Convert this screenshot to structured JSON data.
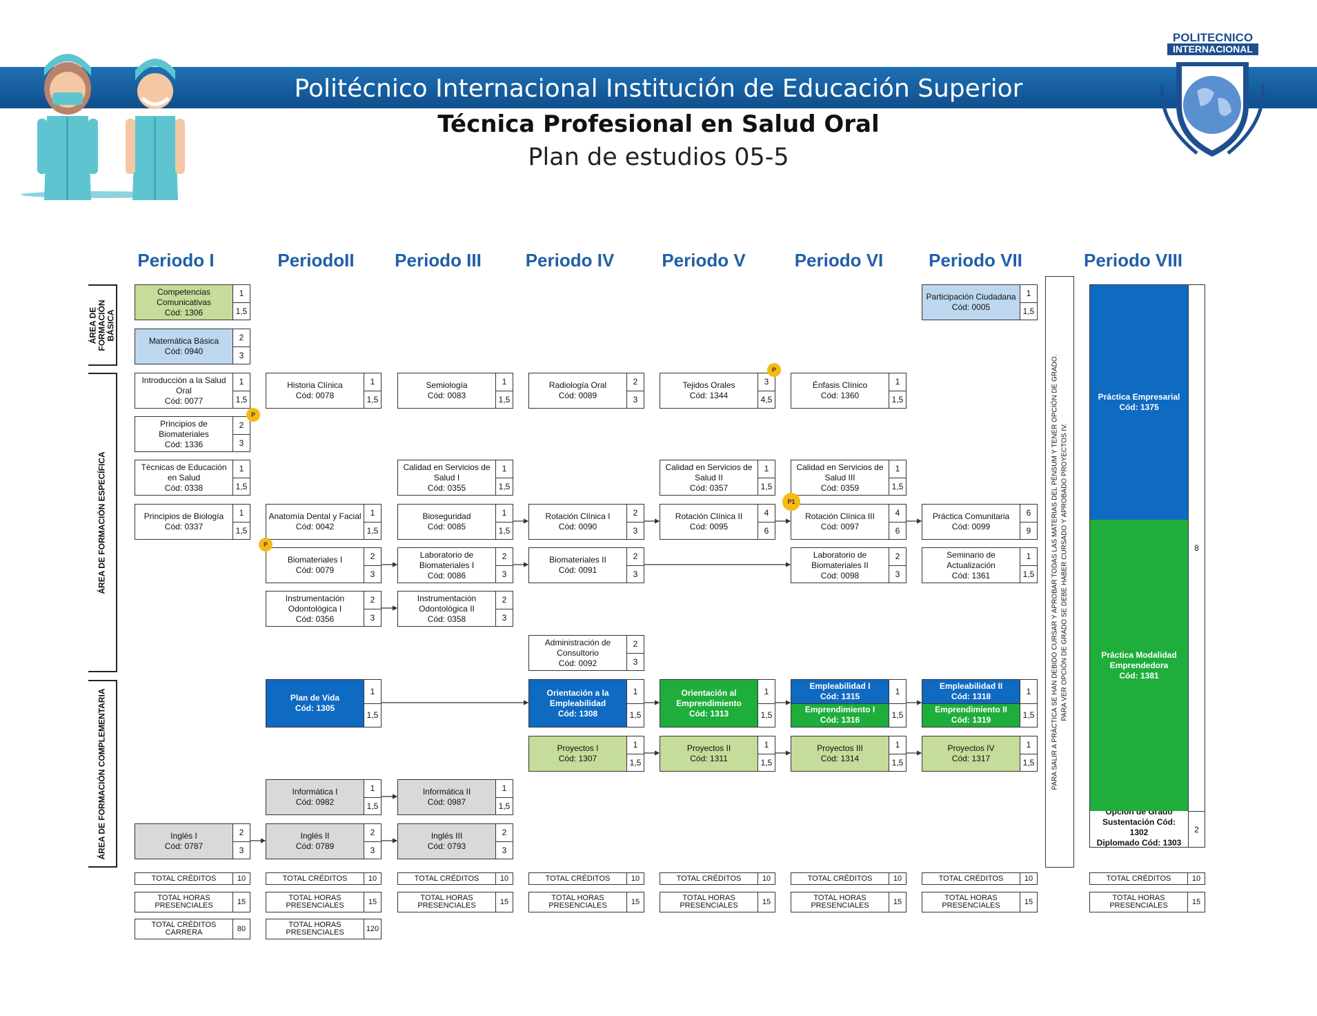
{
  "header": {
    "institution": "Politécnico Internacional Institución de Educación Superior",
    "program": "Técnica Profesional en Salud Oral",
    "plan": "Plan de estudios 05-5",
    "logo_line1": "POLITECNICO",
    "logo_line2": "INTERNACIONAL"
  },
  "periods": [
    "Periodo I",
    "PeriodoII",
    "Periodo III",
    "Periodo IV",
    "Periodo V",
    "Periodo VI",
    "Periodo VII",
    "Periodo VIII"
  ],
  "areas": {
    "basica": "ÁREA DE\nFORMACIÓN\nBÁSICA",
    "especifica": "ÁREA DE FORMACIÓN ESPECÍFICA",
    "complementaria": "ÁREA DE FORMACIÓN COMPLEMENTARIA"
  },
  "courses": [
    {
      "p": 0,
      "row": "r1",
      "name": "Competencias Comunicativas",
      "code": "Cód: 1306",
      "c": "1",
      "h": "1,5",
      "style": "green-l"
    },
    {
      "p": 0,
      "row": "r2",
      "name": "Matemática Básica",
      "code": "Cód: 0940",
      "c": "2",
      "h": "3",
      "style": "blue-l"
    },
    {
      "p": 0,
      "row": "r3",
      "name": "Introducción a la Salud Oral",
      "code": "Cód: 0077",
      "c": "1",
      "h": "1,5",
      "style": ""
    },
    {
      "p": 0,
      "row": "r4",
      "name": "Principios de Biomateriales",
      "code": "Cód: 1336",
      "c": "2",
      "h": "3",
      "style": ""
    },
    {
      "p": 0,
      "row": "r5",
      "name": "Técnicas de Educación en Salud",
      "code": "Cód: 0338",
      "c": "1",
      "h": "1,5",
      "style": ""
    },
    {
      "p": 0,
      "row": "r6",
      "name": "Principios de Biología",
      "code": "Cód: 0337",
      "c": "1",
      "h": "1,5",
      "style": ""
    },
    {
      "p": 0,
      "row": "r13",
      "name": "Inglés I",
      "code": "Cód: 0787",
      "c": "2",
      "h": "3",
      "style": "gray"
    },
    {
      "p": 1,
      "row": "r3",
      "name": "Historia Clínica",
      "code": "Cód: 0078",
      "c": "1",
      "h": "1,5",
      "style": ""
    },
    {
      "p": 1,
      "row": "r6",
      "name": "Anatomía Dental y Facial",
      "code": "Cód: 0042",
      "c": "1",
      "h": "1,5",
      "style": ""
    },
    {
      "p": 1,
      "row": "r7",
      "name": "Biomateriales I",
      "code": "Cód: 0079",
      "c": "2",
      "h": "3",
      "style": ""
    },
    {
      "p": 1,
      "row": "r8",
      "name": "Instrumentación Odontológica I",
      "code": "Cód: 0356",
      "c": "2",
      "h": "3",
      "style": ""
    },
    {
      "p": 1,
      "row": "r10",
      "name": "Plan de Vida",
      "code": "Cód: 1305",
      "c": "1",
      "h": "1,5",
      "style": "blue-d"
    },
    {
      "p": 1,
      "row": "r12",
      "name": "Informática I",
      "code": "Cód: 0982",
      "c": "1",
      "h": "1,5",
      "style": "gray"
    },
    {
      "p": 1,
      "row": "r13",
      "name": "Inglés II",
      "code": "Cód: 0789",
      "c": "2",
      "h": "3",
      "style": "gray"
    },
    {
      "p": 2,
      "row": "r3",
      "name": "Semiología",
      "code": "Cód: 0083",
      "c": "1",
      "h": "1,5",
      "style": ""
    },
    {
      "p": 2,
      "row": "r5",
      "name": "Calidad en Servicios de Salud I",
      "code": "Cód: 0355",
      "c": "1",
      "h": "1,5",
      "style": ""
    },
    {
      "p": 2,
      "row": "r6",
      "name": "Bioseguridad",
      "code": "Cód: 0085",
      "c": "1",
      "h": "1,5",
      "style": ""
    },
    {
      "p": 2,
      "row": "r7",
      "name": "Laboratorio de Biomateriales I",
      "code": "Cód: 0086",
      "c": "2",
      "h": "3",
      "style": ""
    },
    {
      "p": 2,
      "row": "r8",
      "name": "Instrumentación Odontológica II",
      "code": "Cód: 0358",
      "c": "2",
      "h": "3",
      "style": ""
    },
    {
      "p": 2,
      "row": "r12",
      "name": "Informática II",
      "code": "Cód: 0987",
      "c": "1",
      "h": "1,5",
      "style": "gray"
    },
    {
      "p": 2,
      "row": "r13",
      "name": "Inglés III",
      "code": "Cód: 0793",
      "c": "2",
      "h": "3",
      "style": "gray"
    },
    {
      "p": 3,
      "row": "r3",
      "name": "Radiología Oral",
      "code": "Cód: 0089",
      "c": "2",
      "h": "3",
      "style": ""
    },
    {
      "p": 3,
      "row": "r6",
      "name": "Rotación Clínica I",
      "code": "Cód: 0090",
      "c": "2",
      "h": "3",
      "style": ""
    },
    {
      "p": 3,
      "row": "r7",
      "name": "Biomateriales II",
      "code": "Cód: 0091",
      "c": "2",
      "h": "3",
      "style": ""
    },
    {
      "p": 3,
      "row": "r9",
      "name": "Administración de Consultorio",
      "code": "Cód: 0092",
      "c": "2",
      "h": "3",
      "style": ""
    },
    {
      "p": 3,
      "row": "r10",
      "name": "Orientación a la Empleabilidad",
      "code": "Cód: 1308",
      "c": "1",
      "h": "1,5",
      "style": "blue-d"
    },
    {
      "p": 3,
      "row": "r11",
      "name": "Proyectos I",
      "code": "Cód: 1307",
      "c": "1",
      "h": "1,5",
      "style": "green-l"
    },
    {
      "p": 4,
      "row": "r3",
      "name": "Tejidos Orales",
      "code": "Cód: 1344",
      "c": "3",
      "h": "4,5",
      "style": ""
    },
    {
      "p": 4,
      "row": "r5",
      "name": "Calidad en Servicios de Salud II",
      "code": "Cód: 0357",
      "c": "1",
      "h": "1,5",
      "style": ""
    },
    {
      "p": 4,
      "row": "r6",
      "name": "Rotación Clínica II",
      "code": "Cód: 0095",
      "c": "4",
      "h": "6",
      "style": ""
    },
    {
      "p": 4,
      "row": "r10",
      "name": "Orientación al Emprendimiento",
      "code": "Cód: 1313",
      "c": "1",
      "h": "1,5",
      "style": "green-d"
    },
    {
      "p": 4,
      "row": "r11",
      "name": "Proyectos II",
      "code": "Cód: 1311",
      "c": "1",
      "h": "1,5",
      "style": "green-l"
    },
    {
      "p": 5,
      "row": "r3",
      "name": "Énfasis Clínico",
      "code": "Cód: 1360",
      "c": "1",
      "h": "1,5",
      "style": ""
    },
    {
      "p": 5,
      "row": "r5",
      "name": "Calidad en Servicios de Salud III",
      "code": "Cód: 0359",
      "c": "1",
      "h": "1,5",
      "style": ""
    },
    {
      "p": 5,
      "row": "r6",
      "name": "Rotación Clínica III",
      "code": "Cód: 0097",
      "c": "4",
      "h": "6",
      "style": ""
    },
    {
      "p": 5,
      "row": "r7",
      "name": "Laboratorio de Biomateriales II",
      "code": "Cód: 0098",
      "c": "2",
      "h": "3",
      "style": ""
    },
    {
      "p": 5,
      "row": "r11",
      "name": "Proyectos III",
      "code": "Cód: 1314",
      "c": "1",
      "h": "1,5",
      "style": "green-l"
    },
    {
      "p": 6,
      "row": "r1",
      "name": "Participación Ciudadana",
      "code": "Cód: 0005",
      "c": "1",
      "h": "1,5",
      "style": "blue-l"
    },
    {
      "p": 6,
      "row": "r6",
      "name": "Práctica Comunitaria",
      "code": "Cód: 0099",
      "c": "6",
      "h": "9",
      "style": ""
    },
    {
      "p": 6,
      "row": "r7",
      "name": "Seminario de Actualización",
      "code": "Cód: 1361",
      "c": "1",
      "h": "1,5",
      "style": ""
    },
    {
      "p": 6,
      "row": "r11",
      "name": "Proyectos IV",
      "code": "Cód: 1317",
      "c": "1",
      "h": "1,5",
      "style": "green-l"
    }
  ],
  "split_courses": [
    {
      "p": 5,
      "top_name": "Empleabilidad I",
      "top_code": "Cód: 1315",
      "bottom_name": "Emprendimiento I",
      "bottom_code": "Cód: 1316",
      "c": "1",
      "h": "1,5"
    },
    {
      "p": 6,
      "top_name": "Empleabilidad II",
      "top_code": "Cód: 1318",
      "bottom_name": "Emprendimiento II",
      "bottom_code": "Cód: 1319",
      "c": "1",
      "h": "1,5"
    }
  ],
  "badges": [
    {
      "label": "P",
      "anchor": "p0r4"
    },
    {
      "label": "P",
      "anchor": "p1r7"
    },
    {
      "label": "P",
      "anchor": "p4r3"
    },
    {
      "label": "P1",
      "anchor": "p5r6"
    }
  ],
  "period8": {
    "block1_name": "Práctica Empresarial",
    "block1_code": "Cód: 1375",
    "block2_name": "Práctica Modalidad Emprendedora",
    "block2_code": "Cód: 1381",
    "block3_line1": "Opción de Grado",
    "block3_line2": "Sustentación Cód:",
    "block3_line3": "1302",
    "block3_line4": "Diplomado Cód: 1303",
    "credits_top": "8",
    "credits_bottom": "2"
  },
  "vertical_note": "PARA SALIR A PRÁCTICA SE HAN DEBIDO CURSAR Y APROBAR TODAS LAS MATERIAS DEL PÉNSUM Y TENER OPCIÓN DE GRADO.\nPARA VER OPCIÓN DE GRADO SE DEBE HABER CURSADO Y APROBADO PROYECTOS IV.",
  "totals": {
    "credits_label": "TOTAL CRÉDITOS",
    "hours_label": "TOTAL HORAS PRESENCIALES",
    "period_credits": [
      "10",
      "10",
      "10",
      "10",
      "10",
      "10",
      "10",
      "10"
    ],
    "period_hours": [
      "15",
      "15",
      "15",
      "15",
      "15",
      "15",
      "15",
      "15"
    ],
    "career_credits_label": "TOTAL CRÉDITOS CARRERA",
    "career_credits": "80",
    "career_hours_label": "TOTAL HORAS PRESENCIALES",
    "career_hours": "120"
  }
}
